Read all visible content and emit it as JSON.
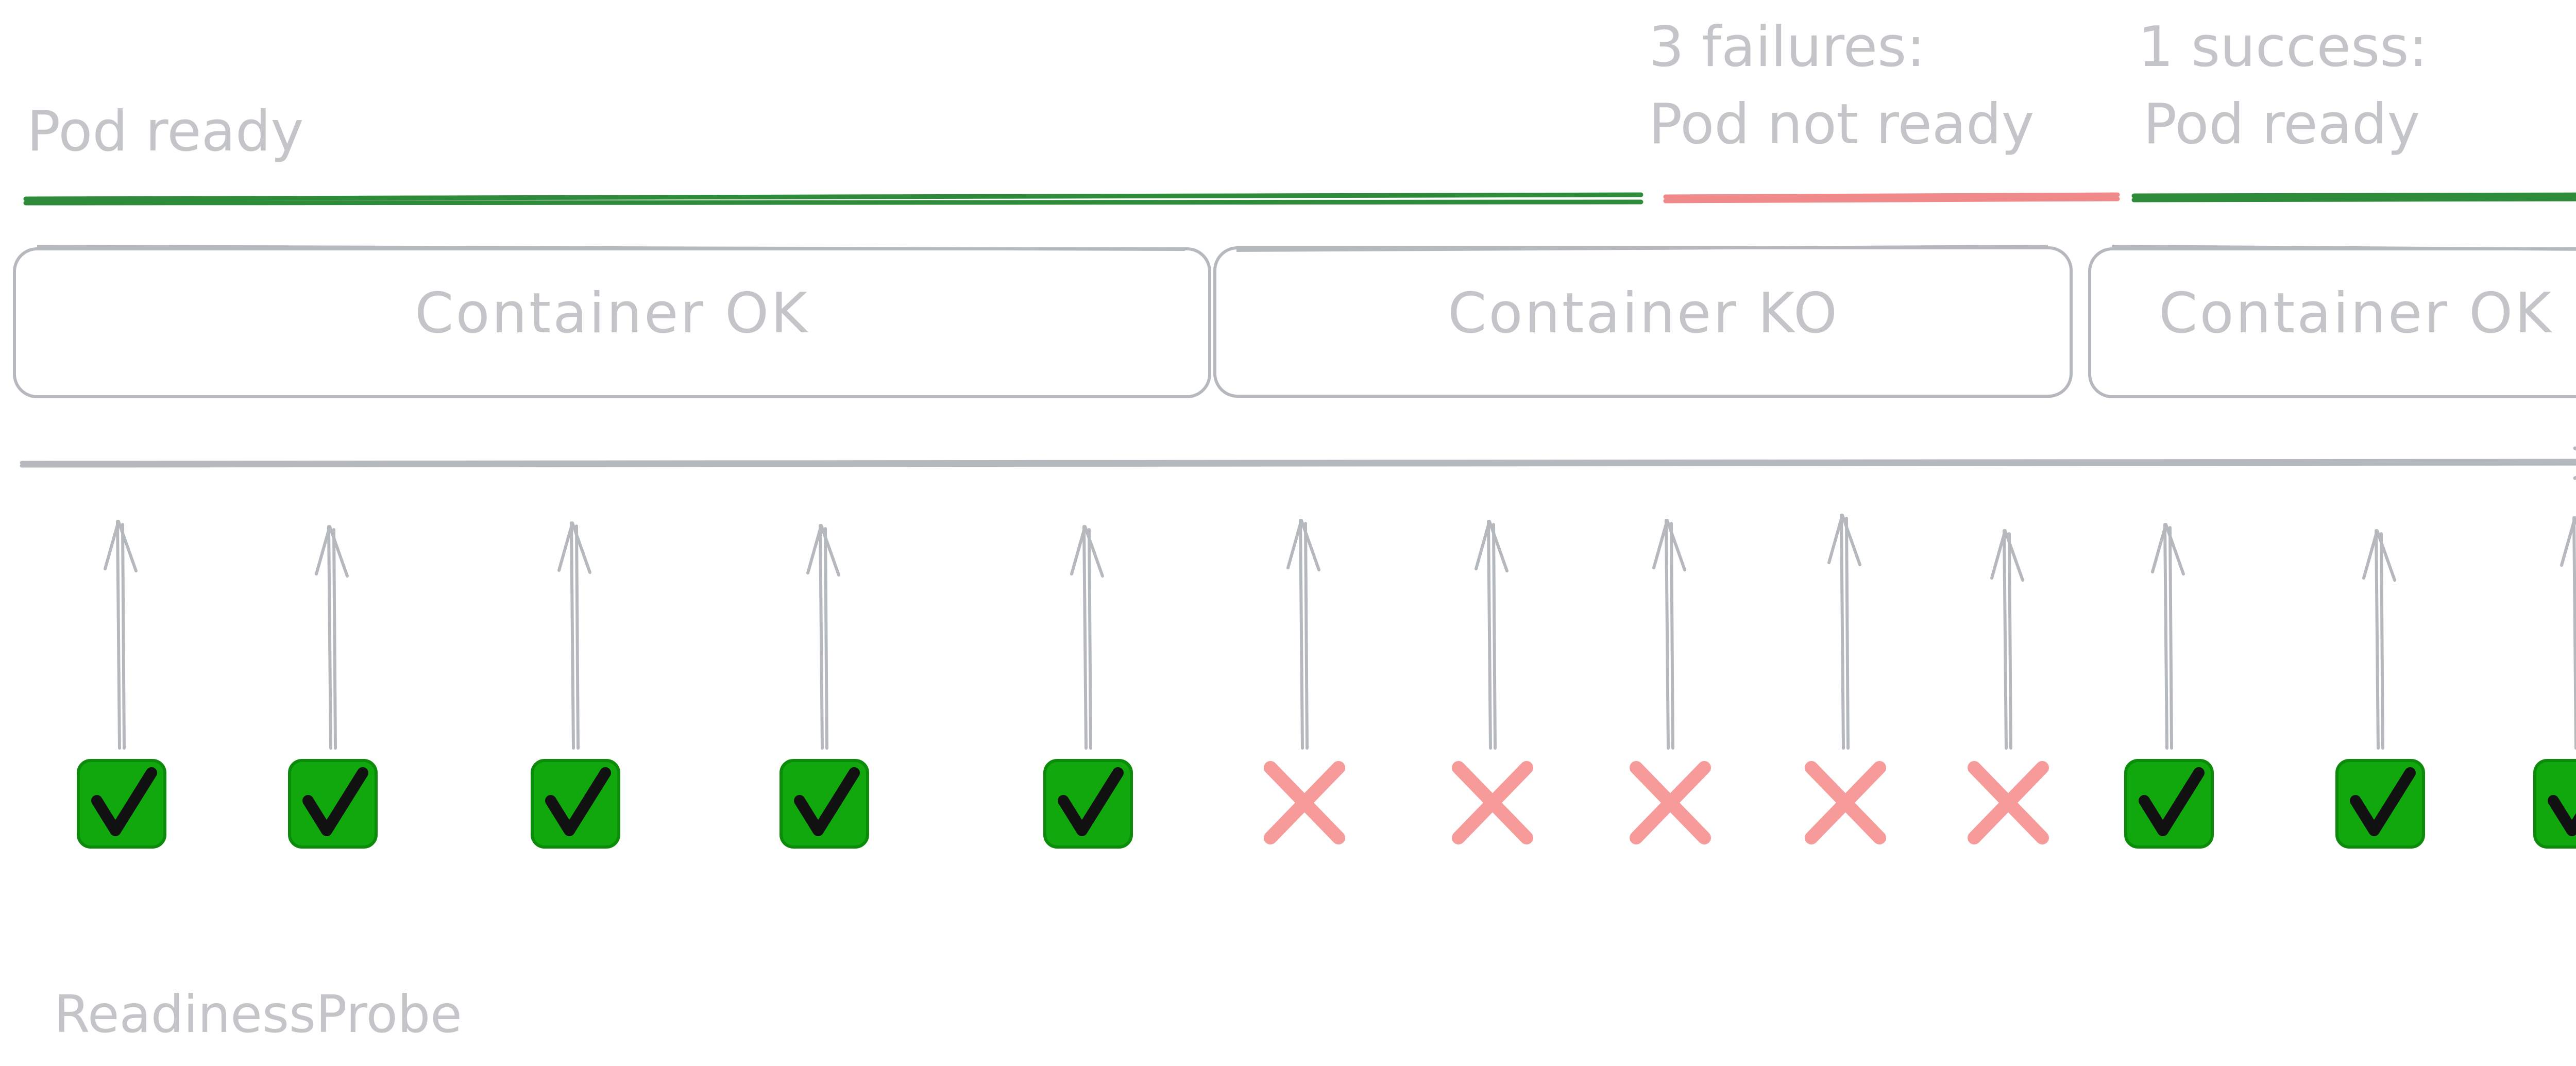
{
  "phases": [
    {
      "label_lines": [
        "Pod ready"
      ],
      "status": "ready",
      "color": "#2e8b3a"
    },
    {
      "label_lines": [
        "3 failures:",
        "Pod not ready"
      ],
      "status": "not-ready",
      "color": "#f08a8a"
    },
    {
      "label_lines": [
        "1 success:",
        "Pod ready"
      ],
      "status": "ready",
      "color": "#2e8b3a"
    }
  ],
  "containers": [
    {
      "label": "Container OK",
      "state": "ok"
    },
    {
      "label": "Container KO",
      "state": "ko"
    },
    {
      "label": "Container OK",
      "state": "ok"
    }
  ],
  "probe_results": [
    "success",
    "success",
    "success",
    "success",
    "success",
    "failure",
    "failure",
    "failure",
    "failure",
    "failure",
    "success",
    "success",
    "success"
  ],
  "probe_label": "ReadinessProbe",
  "colors": {
    "success_fill": "#11a80e",
    "failure_mark": "#f79a9a",
    "stroke_gray": "#b5b8bd",
    "text_gray": "#c4c5c8"
  },
  "icons": {
    "success": "check-box-icon",
    "failure": "cross-icon"
  }
}
